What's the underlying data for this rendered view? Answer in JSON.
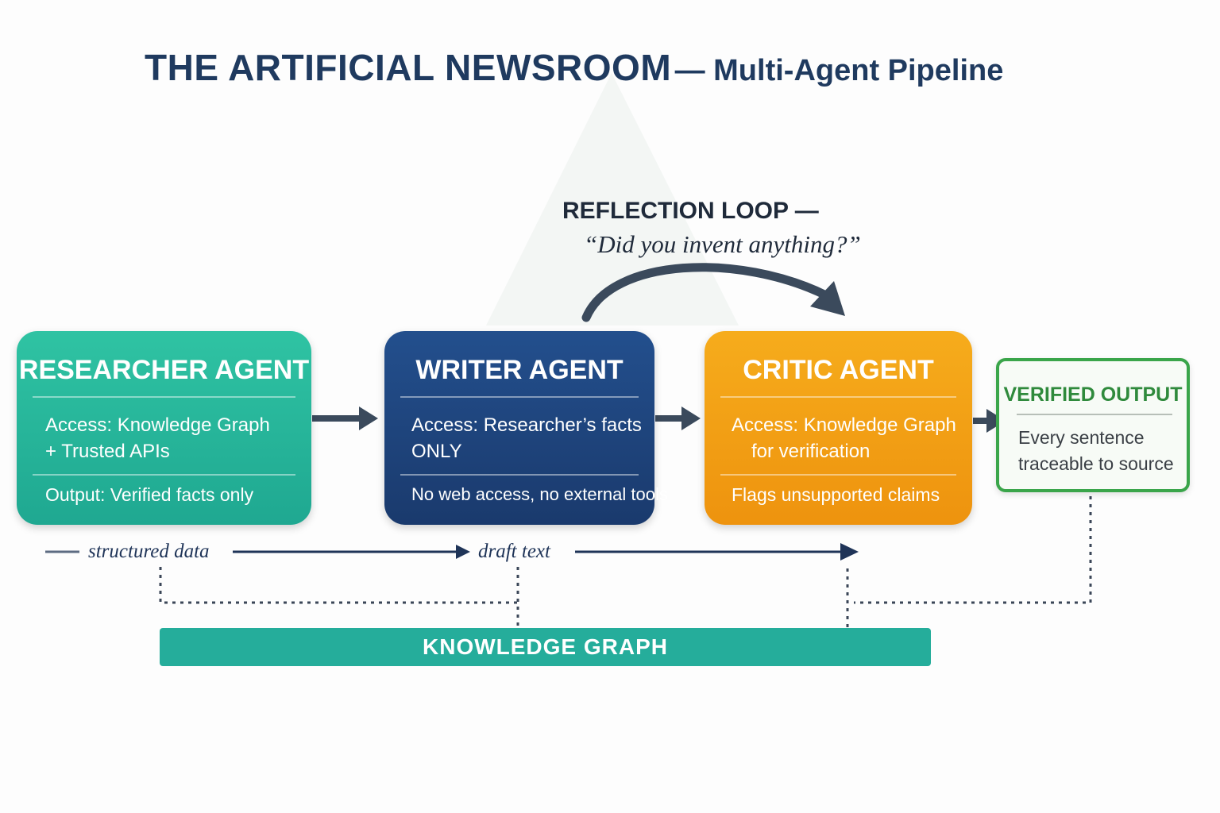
{
  "title": {
    "main": "THE ARTIFICIAL NEWSROOM",
    "sub": "— Multi-Agent Pipeline"
  },
  "reflection_loop": {
    "label": "REFLECTION LOOP —",
    "question": "“Did you invent anything?”"
  },
  "agents": [
    {
      "title": "RESEARCHER AGENT",
      "access_lines": [
        "Access: Knowledge Graph",
        "+ Trusted APIs"
      ],
      "note": "Output: Verified facts only",
      "color": "#25b89b"
    },
    {
      "title": "WRITER AGENT",
      "access_lines": [
        "Access: Researcher’s facts",
        "ONLY"
      ],
      "note": "No web access, no external tools",
      "color": "#1d4379"
    },
    {
      "title": "CRITIC AGENT",
      "access_lines": [
        "Access: Knowledge Graph",
        "for verification"
      ],
      "note": "Flags unsupported claims",
      "color": "#f2a016"
    }
  ],
  "output": {
    "title": "VERIFIED OUTPUT",
    "lines": [
      "Every sentence",
      "traceable to source"
    ],
    "color": "#3aa54a"
  },
  "flow_labels": {
    "structured": "structured data",
    "draft": "draft text"
  },
  "knowledge_graph": {
    "label": "KNOWLEDGE GRAPH",
    "color": "#25ad9b"
  },
  "colors": {
    "title": "#1f3a5f",
    "arrow": "#3b4a5c",
    "flow_line": "#1f3458",
    "dotted": "#3b4658"
  }
}
